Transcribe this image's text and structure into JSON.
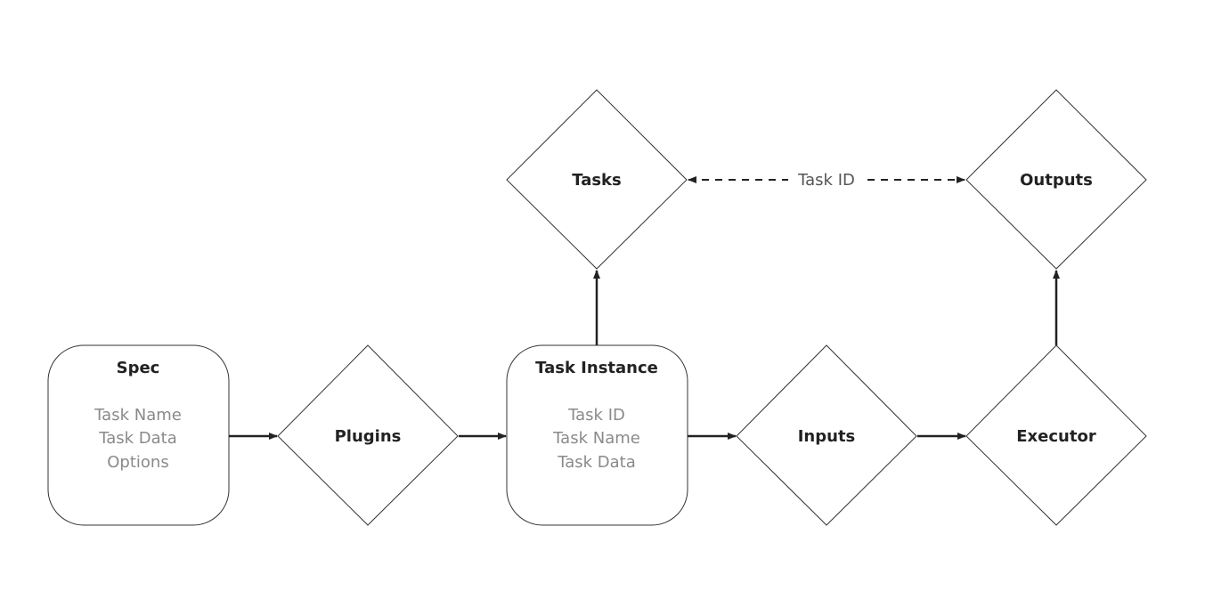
{
  "nodes": {
    "spec": {
      "title": "Spec",
      "lines": [
        "Task Name",
        "Task Data",
        "Options"
      ]
    },
    "plugins": {
      "title": "Plugins"
    },
    "task_instance": {
      "title": "Task Instance",
      "lines": [
        "Task ID",
        "Task Name",
        "Task Data"
      ]
    },
    "tasks": {
      "title": "Tasks"
    },
    "inputs": {
      "title": "Inputs"
    },
    "executor": {
      "title": "Executor"
    },
    "outputs": {
      "title": "Outputs"
    }
  },
  "edges": {
    "tasks_outputs_label": "Task ID"
  },
  "colors": {
    "stroke": "#333333",
    "title_text": "#222222",
    "secondary_text": "#8a8a8a",
    "edge_label": "#555555",
    "background": "#ffffff"
  }
}
